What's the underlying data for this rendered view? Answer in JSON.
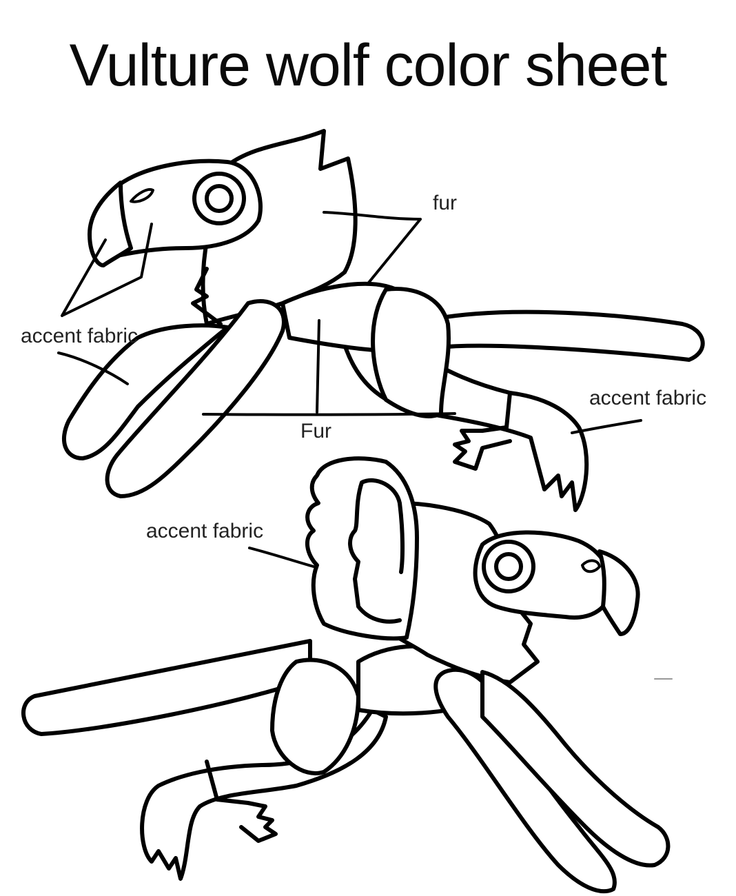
{
  "sheet": {
    "title": "Vulture wolf color sheet",
    "labels": {
      "fur_top": "fur",
      "accent_left": "accent fabric",
      "fur_body": "Fur",
      "accent_right": "accent fabric",
      "accent_wing": "accent fabric"
    },
    "colors": {
      "ink": "#000000",
      "background": "#ffffff"
    }
  }
}
